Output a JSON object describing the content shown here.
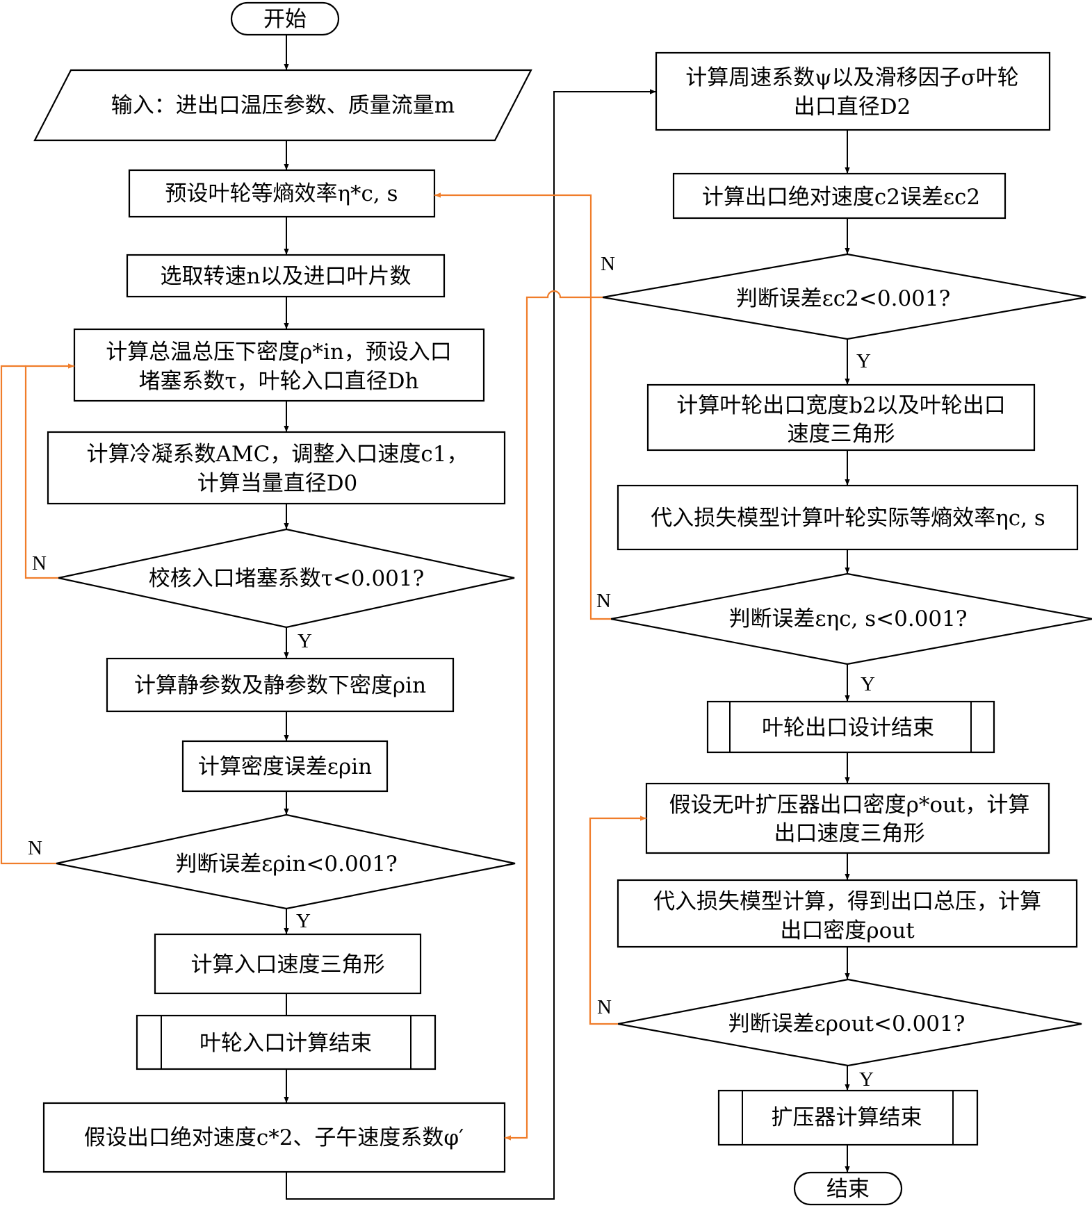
{
  "left": {
    "start": "开始",
    "input": "输入：进出口温压参数、质量流量m",
    "preset_eff": "预设叶轮等熵效率η*c, s",
    "select_speed": "选取转速n以及进口叶片数",
    "calc_density_1": "计算总温总压下密度ρ*in，预设入口",
    "calc_density_2": "堵塞系数τ，叶轮入口直径Dh",
    "calc_amc_1": "计算冷凝系数AMC，调整入口速度c1，",
    "calc_amc_2": "计算当量直径D0",
    "check_tau": "校核入口堵塞系数τ<0.001?",
    "calc_static": "计算静参数及静参数下密度ρin",
    "calc_err": "计算密度误差ερin",
    "judge_rho": "判断误差ερin<0.001?",
    "inlet_tri": "计算入口速度三角形",
    "inlet_end": "叶轮入口计算结束",
    "assume_out": "假设出口绝对速度c*2、子午速度系数φ′"
  },
  "right": {
    "calc_psi_1": "计算周速系数ψ以及滑移因子σ叶轮",
    "calc_psi_2": "出口直径D2",
    "calc_c2": "计算出口绝对速度c2误差εc2",
    "judge_c2": "判断误差εc2<0.001?",
    "calc_b2_1": "计算叶轮出口宽度b2以及叶轮出口",
    "calc_b2_2": "速度三角形",
    "loss_eff": "代入损失模型计算叶轮实际等熵效率ηc, s",
    "judge_eta": "判断误差εηc, s<0.001?",
    "outlet_end": "叶轮出口设计结束",
    "assume_rho_1": "假设无叶扩压器出口密度ρ*out，计算",
    "assume_rho_2": "出口速度三角形",
    "loss_p_1": "代入损失模型计算，得到出口总压，计算",
    "loss_p_2": "出口密度ρout",
    "judge_rho_out": "判断误差ερout<0.001?",
    "diffuser_end": "扩压器计算结束",
    "end": "结束"
  },
  "labels": {
    "n": "N",
    "y": "Y"
  },
  "colors": {
    "feedback": "#f07d2a",
    "flow": "#000000"
  }
}
